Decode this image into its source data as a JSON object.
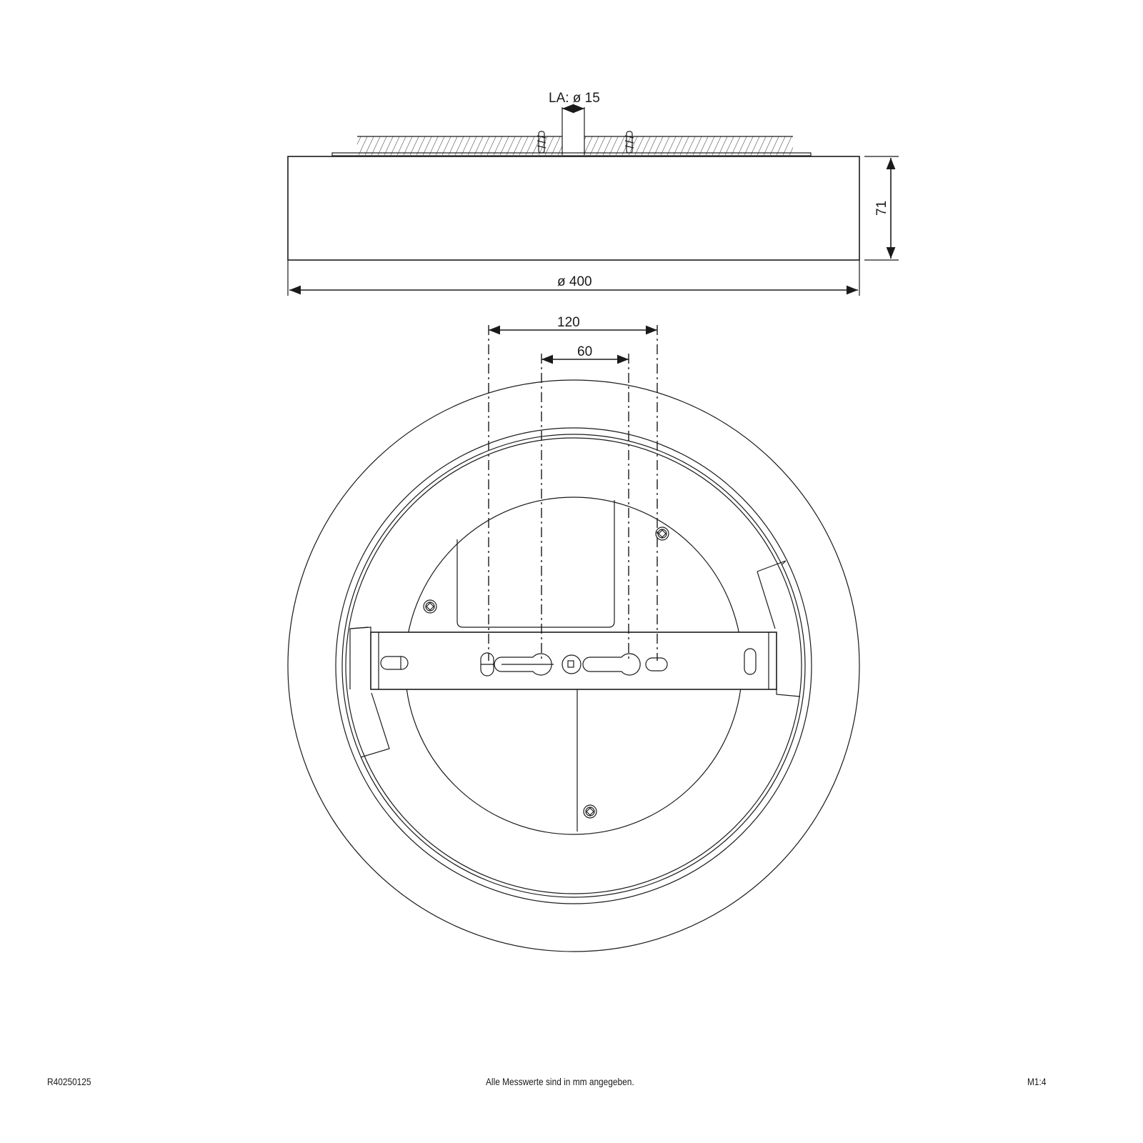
{
  "drawing": {
    "side_view": {
      "cable_entry_label": "LA: ø 15",
      "diameter_label": "ø 400",
      "height_label": "71"
    },
    "top_view": {
      "outer_spacing_label": "120",
      "inner_spacing_label": "60"
    }
  },
  "footer": {
    "article_number": "R40250125",
    "note": "Alle Messwerte sind in mm angegeben.",
    "scale": "M1:4"
  },
  "colors": {
    "line": "#1a1a1a",
    "background": "#ffffff"
  }
}
